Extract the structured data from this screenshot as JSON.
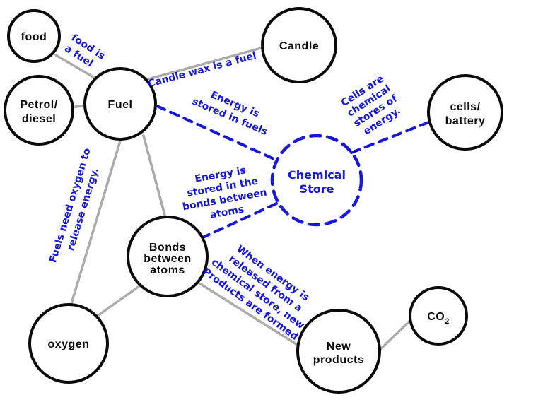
{
  "colors": {
    "background": "#ffffff",
    "node_outline": "#0a0a0a",
    "connector_gray": "#ababab",
    "accent_blue": "#1717dc"
  },
  "nodes": {
    "food": {
      "lines": [
        "food"
      ]
    },
    "petrol_diesel": {
      "lines": [
        "Petrol/",
        "diesel"
      ]
    },
    "fuel": {
      "lines": [
        "Fuel"
      ]
    },
    "candle": {
      "lines": [
        "Candle"
      ]
    },
    "cells_battery": {
      "lines": [
        "cells/",
        "battery"
      ]
    },
    "chemical_store": {
      "lines": [
        "Chemical",
        "Store"
      ]
    },
    "bonds_between_atoms": {
      "lines": [
        "Bonds",
        "between",
        "atoms"
      ]
    },
    "oxygen": {
      "lines": [
        "oxygen"
      ]
    },
    "new_products": {
      "lines": [
        "New",
        "products"
      ]
    },
    "co2": {
      "main": "CO",
      "sub": "2"
    }
  },
  "edge_labels": {
    "food_is_a_fuel": {
      "lines": [
        "food is",
        "a fuel"
      ]
    },
    "candle_wax_is_a_fuel": {
      "lines": [
        "Candle wax is a fuel"
      ]
    },
    "energy_stored_in_fuels": {
      "lines": [
        "Energy is",
        "stored in fuels"
      ]
    },
    "cells_are_chemical_stores": {
      "lines": [
        "Cells are",
        "chemical",
        "stores of",
        "energy."
      ]
    },
    "energy_stored_in_bonds": {
      "lines": [
        "Energy is",
        "stored in the",
        "bonds between",
        "atoms"
      ]
    },
    "fuels_need_oxygen": {
      "lines": [
        "Fuels need oxygen to",
        "release energy."
      ]
    },
    "when_energy_released": {
      "lines": [
        "When energy is",
        "released from a",
        "chemical store, new",
        "Products are formed"
      ]
    }
  }
}
